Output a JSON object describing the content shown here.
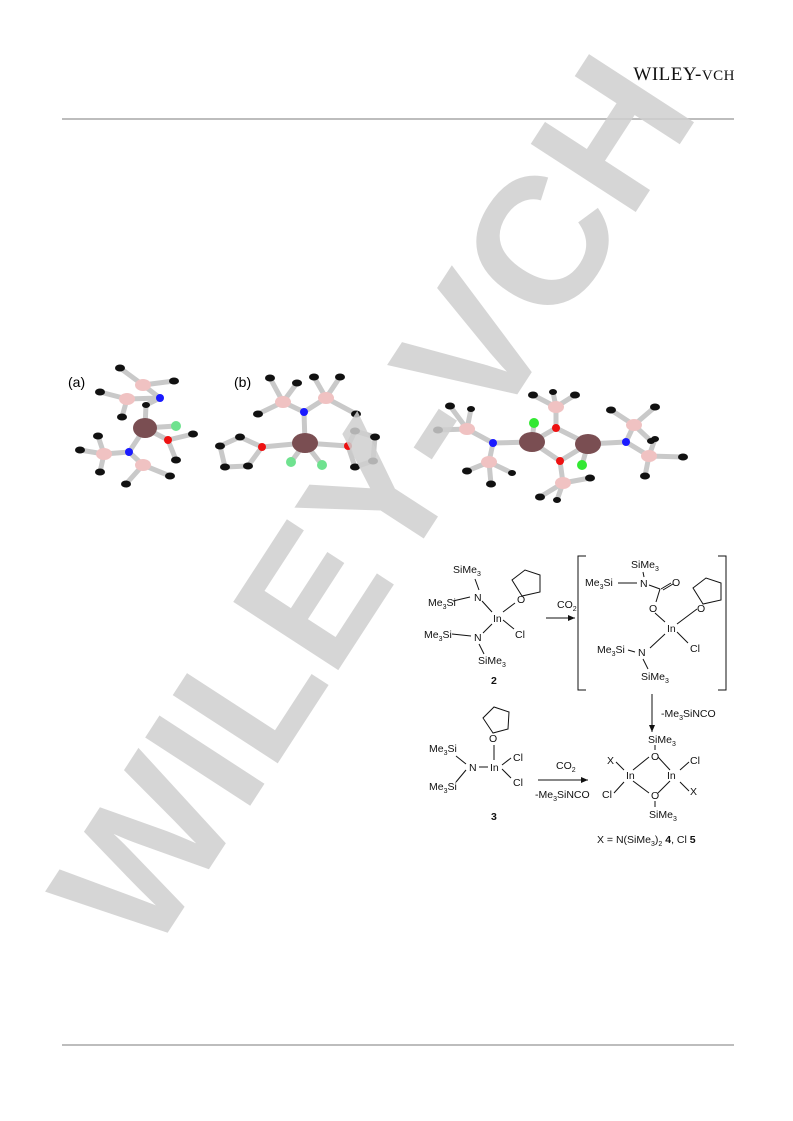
{
  "header": {
    "publisher_main": "WILEY",
    "publisher_sep": "-",
    "publisher_tail": "VCH"
  },
  "figure": {
    "panel_a": "(a)",
    "panel_b": "(b)"
  },
  "scheme": {
    "sime3": "SiMe",
    "me3si": "Me",
    "sub3": "3",
    "si": "Si",
    "n": "N",
    "o": "O",
    "in": "In",
    "cl": "Cl",
    "c": "C",
    "x": "X",
    "co2": "CO",
    "sub2": "2",
    "elim_me3sinco": "-Me",
    "sinco": "SiNCO",
    "compound_2": "2",
    "compound_3": "3",
    "caption_prefix": "X = N(SiMe",
    "caption_mid1": ")",
    "caption_num4": "4",
    "caption_mid2": ", Cl ",
    "caption_num5": "5"
  },
  "watermark": {
    "text": "WILEY-VCH",
    "color": "#cfcfcf"
  },
  "colors": {
    "indium": "#7a4e52",
    "silicon": "#f0c2c2",
    "nitrogen": "#1a1aff",
    "oxygen": "#ee1111",
    "chlorine": "#6fe28f",
    "carbon": "#111111",
    "bond": "#c9c9c9"
  }
}
